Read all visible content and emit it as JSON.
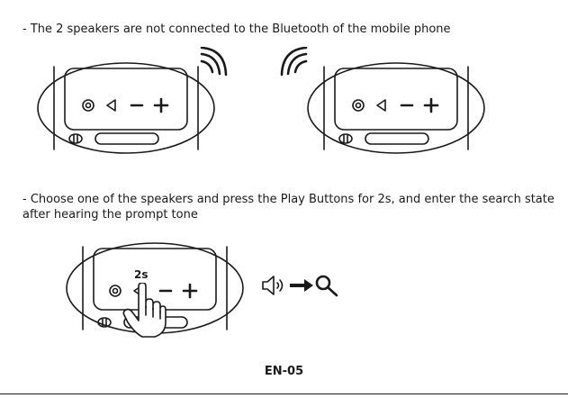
{
  "instructions": {
    "step1": "- The 2 speakers are not connected to the Bluetooth of the mobile phone",
    "step2_line1": "- Choose one of the speakers and press the Play Buttons for 2s, and enter the search state",
    "step2_line2": "after hearing the prompt tone"
  },
  "hold_label": "2s",
  "page_number": "EN-05",
  "icons": {
    "speaker_left": "speaker-icon",
    "speaker_right": "speaker-icon",
    "speaker_press": "speaker-icon",
    "wave_left": "signal-waves-icon",
    "wave_right": "signal-waves-icon",
    "hand": "pointing-hand-icon",
    "prompt_tone": "sound-icon",
    "arrow": "arrow-right-icon",
    "search": "search-icon"
  }
}
